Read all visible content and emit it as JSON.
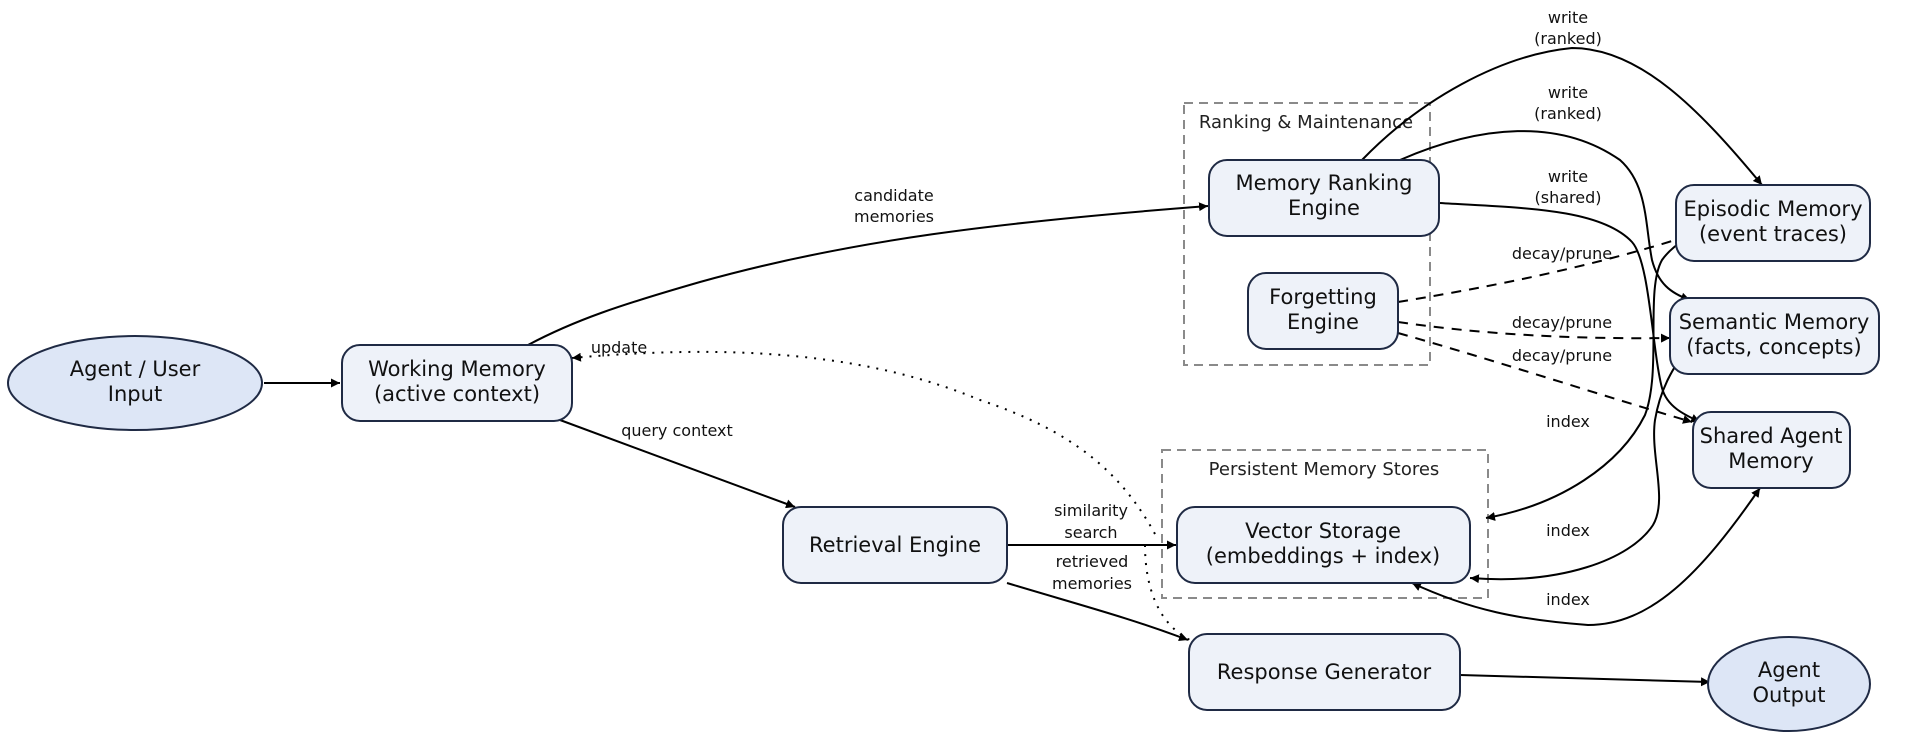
{
  "clusters": {
    "ranking": {
      "label": "Ranking & Maintenance"
    },
    "stores": {
      "label": "Persistent Memory Stores"
    }
  },
  "nodes": {
    "agent_input": [
      "Agent / User",
      "Input"
    ],
    "working_memory": [
      "Working Memory",
      "(active context)"
    ],
    "retrieval_engine": [
      "Retrieval Engine"
    ],
    "memory_ranking": [
      "Memory Ranking",
      "Engine"
    ],
    "forgetting": [
      "Forgetting",
      "Engine"
    ],
    "vector_storage": [
      "Vector Storage",
      "(embeddings + index)"
    ],
    "response_generator": [
      "Response Generator"
    ],
    "episodic": [
      "Episodic Memory",
      "(event traces)"
    ],
    "semantic": [
      "Semantic Memory",
      "(facts, concepts)"
    ],
    "shared": [
      "Shared Agent",
      "Memory"
    ],
    "agent_output": [
      "Agent",
      "Output"
    ]
  },
  "edges": {
    "candidate_memories": [
      "candidate",
      "memories"
    ],
    "update": [
      "update"
    ],
    "query_context": [
      "query context"
    ],
    "similarity_search": [
      "similarity",
      "search"
    ],
    "retrieved_memories": [
      "retrieved",
      "memories"
    ],
    "write_episodic": [
      "write",
      "(ranked)"
    ],
    "write_semantic": [
      "write",
      "(ranked)"
    ],
    "write_shared": [
      "write",
      "(shared)"
    ],
    "decay_episodic": [
      "decay/prune"
    ],
    "decay_semantic": [
      "decay/prune"
    ],
    "decay_shared": [
      "decay/prune"
    ],
    "index_episodic": [
      "index"
    ],
    "index_semantic": [
      "index"
    ],
    "index_shared": [
      "index"
    ]
  }
}
